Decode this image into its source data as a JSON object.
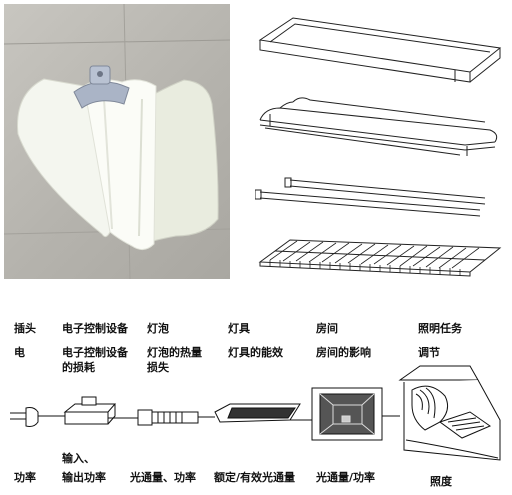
{
  "columns": [
    {
      "header": "插头",
      "sub": "电",
      "sub2": "",
      "bottom": ""
    },
    {
      "header": "电子控制设备",
      "sub": "电子控制设备",
      "sub2": "的损耗",
      "bottom": "输入、"
    },
    {
      "header": "灯泡",
      "sub": "灯泡的热量",
      "sub2": "损失",
      "bottom": ""
    },
    {
      "header": "灯具",
      "sub": "灯具的能效",
      "sub2": "",
      "bottom": ""
    },
    {
      "header": "房间",
      "sub": "房间的影响",
      "sub2": "",
      "bottom": ""
    },
    {
      "header": "照明任务",
      "sub": "调节",
      "sub2": "",
      "bottom": ""
    }
  ],
  "bottom_labels": {
    "plug": "功率",
    "ballast": "输出功率",
    "lamp": "光通量、功率",
    "luminaire": "额定/有效光通量",
    "room": "光通量/功率",
    "task": "照度"
  }
}
